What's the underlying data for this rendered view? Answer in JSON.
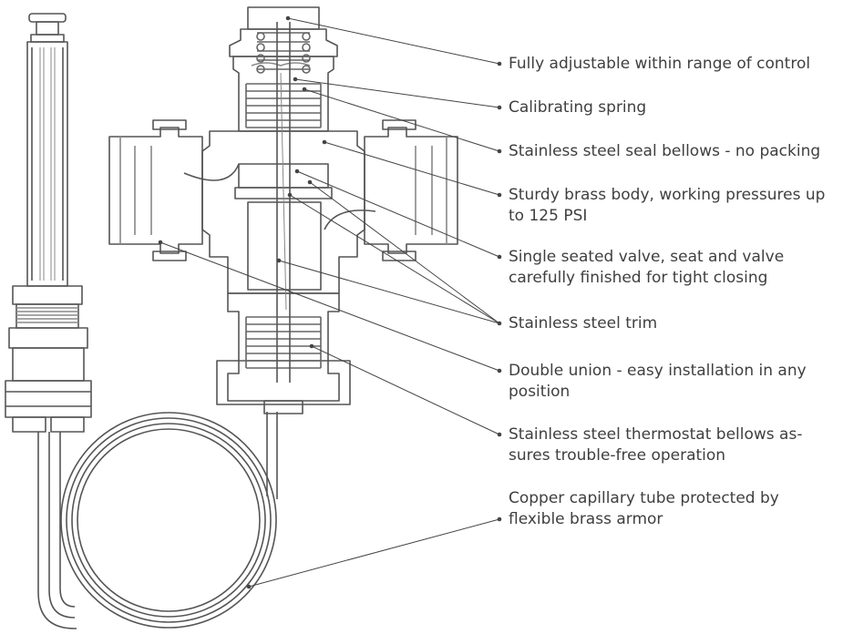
{
  "colors": {
    "outline": "#555555",
    "leader": "#444444",
    "text": "#3f3f3f",
    "hatch": "#888888",
    "background": "#ffffff"
  },
  "callouts": [
    {
      "id": "adjustable",
      "text": "Fully adjustable within range of control"
    },
    {
      "id": "calibrating-spring",
      "text": "Calibrating spring"
    },
    {
      "id": "seal-bellows",
      "text": "Stainless steel seal bellows - no packing"
    },
    {
      "id": "brass-body",
      "text": "Sturdy brass body, working pressures up to 125 PSI"
    },
    {
      "id": "valve-seat",
      "text": "Single seated valve, seat and valve carefully finished for tight closing"
    },
    {
      "id": "trim",
      "text": "Stainless steel trim"
    },
    {
      "id": "double-union",
      "text": "Double union - easy installation in any position"
    },
    {
      "id": "thermostat-bellows",
      "text": "Stainless steel thermostat bellows as-sures trouble-free operation"
    },
    {
      "id": "capillary",
      "text": "Copper capillary tube protected by flexible brass armor"
    }
  ]
}
